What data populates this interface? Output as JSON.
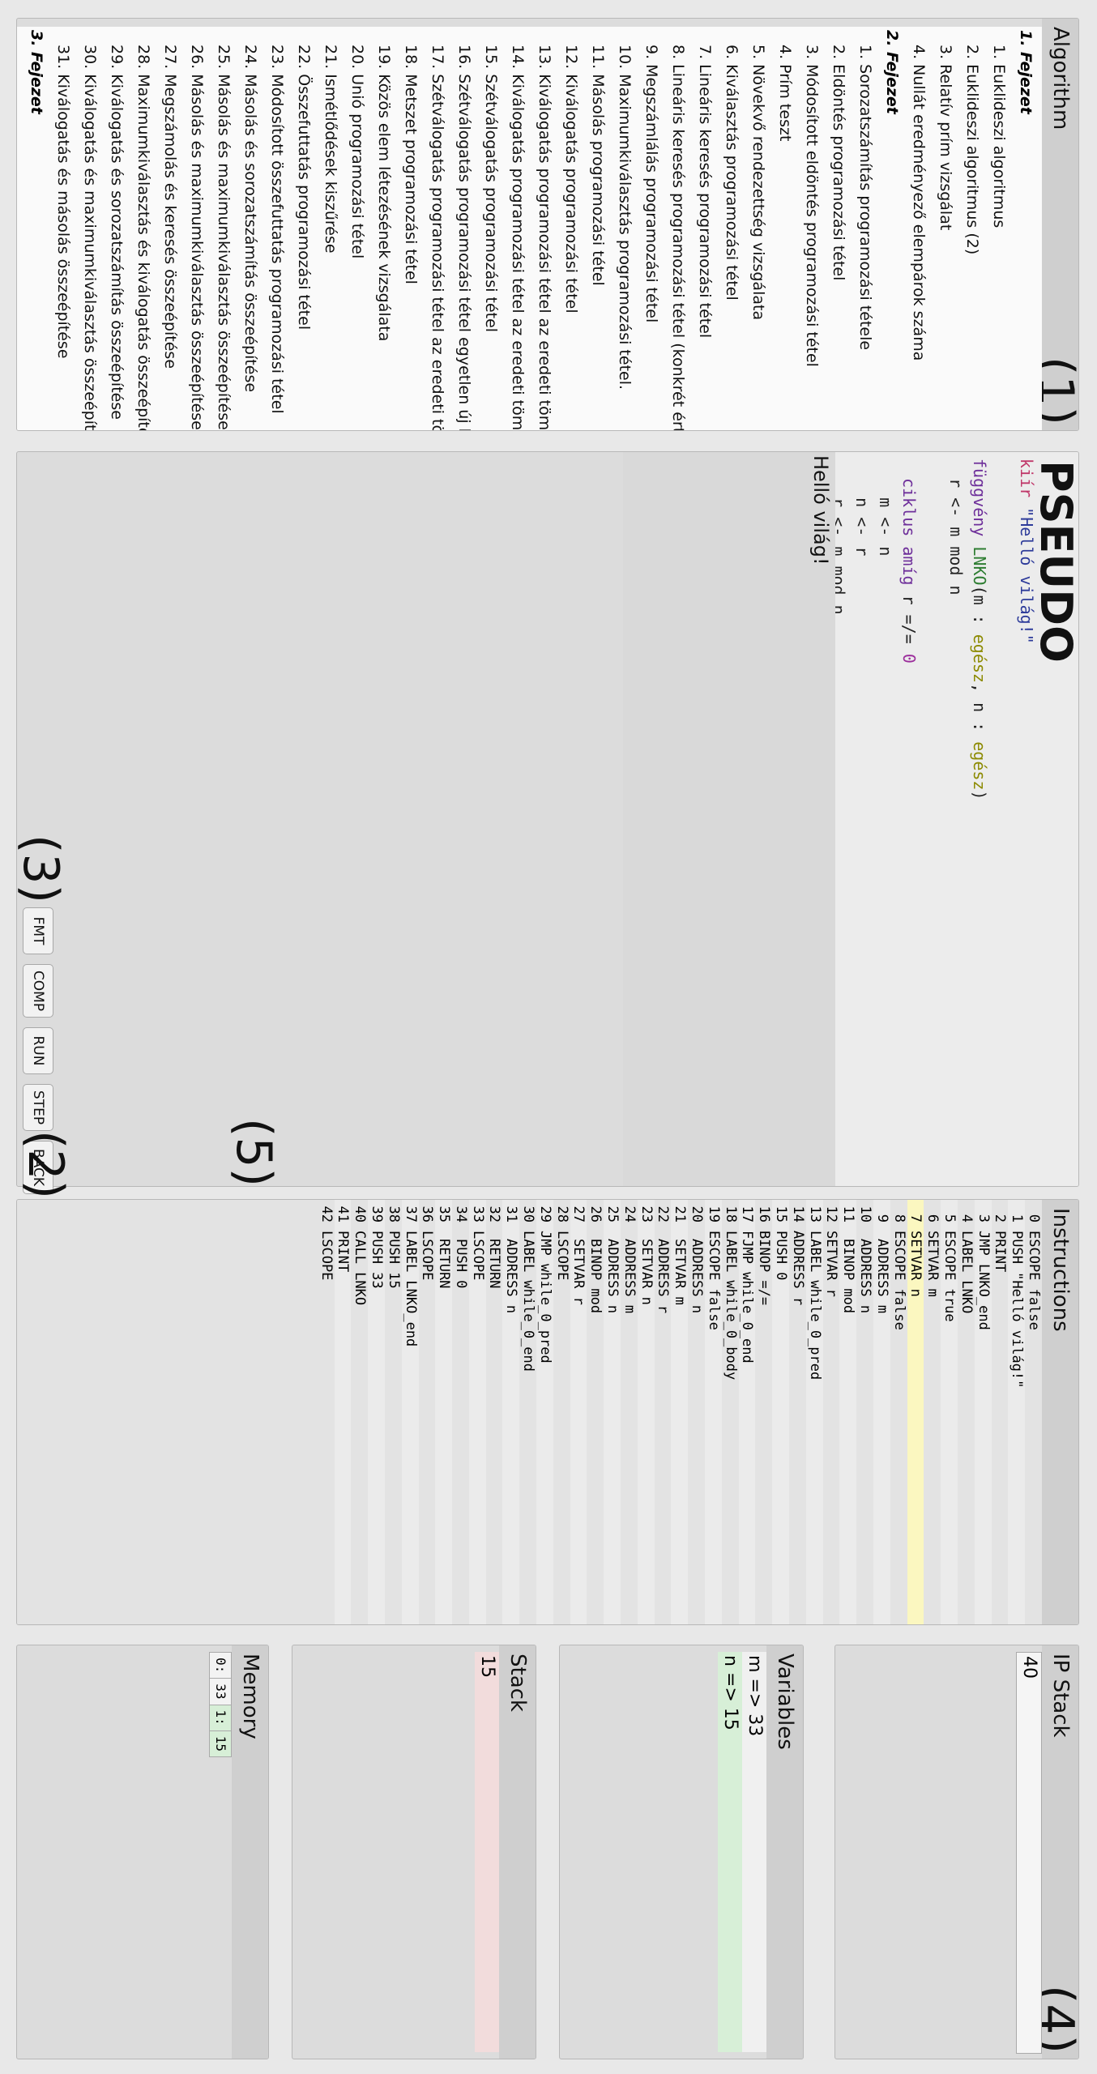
{
  "algorithm": {
    "title": "Algorithm",
    "number": "(1)",
    "items": [
      {
        "kind": "chapter",
        "text": "1. Fejezet"
      },
      {
        "kind": "item",
        "text": "1. Euklideszi algoritmus"
      },
      {
        "kind": "item",
        "text": "2. Euklideszi algoritmus (2)"
      },
      {
        "kind": "item",
        "text": "3. Relatív prím vizsgálat"
      },
      {
        "kind": "item",
        "text": "4. Nullát eredményező elempárok száma"
      },
      {
        "kind": "chapter",
        "text": "2. Fejezet"
      },
      {
        "kind": "item",
        "text": "1. Sorozatszámítás programozási tétele"
      },
      {
        "kind": "item",
        "text": "2. Eldöntés programozási tétel"
      },
      {
        "kind": "item",
        "text": "3. Módosított eldöntés programozási tétel"
      },
      {
        "kind": "item",
        "text": "4. Prím teszt"
      },
      {
        "kind": "item",
        "text": "5. Növekvő rendezettség vizsgálata"
      },
      {
        "kind": "item",
        "text": "6. Kiválasztás programozási tétel"
      },
      {
        "kind": "item",
        "text": "7. Lineáris keresés programozási tétel"
      },
      {
        "kind": "item",
        "text": "8. Lineáris keresés programozási tétel (konkrét ért"
      },
      {
        "kind": "item",
        "text": "9. Megszámlálás programozási tétel"
      },
      {
        "kind": "item",
        "text": "10. Maximumkiválasztás programozási tétel."
      },
      {
        "kind": "item",
        "text": "11. Másolás programozási tétel"
      },
      {
        "kind": "item",
        "text": "12. Kiválogatás programozási tétel"
      },
      {
        "kind": "item",
        "text": "13. Kiválogatás programozási tétel az eredeti tömt"
      },
      {
        "kind": "item",
        "text": "14. Kiválogatás programozási tétel az eredeti tömt"
      },
      {
        "kind": "item",
        "text": "15. Szétválogatás programozási tétel"
      },
      {
        "kind": "item",
        "text": "16. Szétválogatás programozási tétel egyetlen új k"
      },
      {
        "kind": "item",
        "text": "17. Szétválogatás programozási tétel az eredeti töm"
      },
      {
        "kind": "item",
        "text": "18. Metszet programozási tétel"
      },
      {
        "kind": "item",
        "text": "19. Közös elem létezésének vizsgálata"
      },
      {
        "kind": "item",
        "text": "20. Unió programozási tétel"
      },
      {
        "kind": "item",
        "text": "21. Ismétlődések kiszűrése"
      },
      {
        "kind": "item",
        "text": "22. Összefuttatás programozási tétel"
      },
      {
        "kind": "item",
        "text": "23. Módosított összefuttatás programozási tétel"
      },
      {
        "kind": "item",
        "text": "24. Másolás és sorozatszámítás összeépítése"
      },
      {
        "kind": "item",
        "text": "25. Másolás és maximumkiválasztás összeépítése"
      },
      {
        "kind": "item",
        "text": "26. Másolás és maximumkiválasztás összeépítése ("
      },
      {
        "kind": "item",
        "text": "27. Megszámolás és keresés összeépítése"
      },
      {
        "kind": "item",
        "text": "28. Maximumkiválasztás és kiválogatás összeépíté"
      },
      {
        "kind": "item",
        "text": "29. Kiválogatás és sorozatszámítás összeépítése"
      },
      {
        "kind": "item",
        "text": "30. Kiválogatás és maximumkiválasztás összeépíté"
      },
      {
        "kind": "item",
        "text": "31. Kiválogatás és másolás összeépítése"
      },
      {
        "kind": "chapter",
        "text": "3. Fejezet"
      }
    ]
  },
  "editor": {
    "title": "PSEUDO",
    "number_code": "(3)",
    "number_output": "(2)",
    "number_console": "(5)",
    "buttons": [
      "FMT",
      "COMP",
      "RUN",
      "STEP",
      "BACK"
    ],
    "output_text": "Helló világ!"
  },
  "instructions": {
    "title": "Instructions",
    "rows": [
      "ESCOPE false",
      "PUSH \"Helló világ!\"",
      "PRINT",
      "JMP LNKO_end",
      "LABEL LNKO",
      "ESCOPE true",
      "SETVAR m",
      "SETVAR n",
      "ESCOPE false",
      "ADDRESS m",
      "ADDRESS n",
      "BINOP mod",
      "SETVAR r",
      "LABEL while_0_pred",
      "ADDRESS r",
      "PUSH 0",
      "BINOP =/=",
      "FJMP while_0_end",
      "LABEL while_0_body",
      "ESCOPE false",
      "ADDRESS n",
      "SETVAR m",
      "ADDRESS r",
      "SETVAR n",
      "ADDRESS m",
      "ADDRESS n",
      "BINOP mod",
      "SETVAR r",
      "LSCOPE",
      "JMP while_0_pred",
      "LABEL while_0_end",
      "ADDRESS n",
      "RETURN",
      "LSCOPE",
      "PUSH 0",
      "RETURN",
      "LSCOPE",
      "LABEL LNKO_end",
      "PUSH 15",
      "PUSH 33",
      "CALL LNKO",
      "PRINT",
      "LSCOPE"
    ],
    "indent": [
      0,
      0,
      0,
      0,
      0,
      0,
      0,
      0,
      0,
      1,
      1,
      1,
      0,
      0,
      0,
      0,
      0,
      0,
      0,
      0,
      1,
      1,
      1,
      1,
      1,
      1,
      1,
      1,
      0,
      0,
      0,
      1,
      1,
      0,
      1,
      1,
      0,
      0,
      0,
      0,
      0,
      0,
      0
    ],
    "highlighted_index": 7
  },
  "ip_stack": {
    "title": "IP Stack",
    "number": "(4)",
    "values": [
      "40"
    ]
  },
  "variables": {
    "title": "Variables",
    "items": [
      "m => 33",
      "n => 15"
    ]
  },
  "stack": {
    "title": "Stack",
    "values": [
      "15"
    ]
  },
  "memory": {
    "title": "Memory",
    "cells": [
      {
        "addr": "0:",
        "val": "33"
      },
      {
        "addr": "1:",
        "val": "15"
      }
    ]
  },
  "colors": {
    "highlight": "#fbf7c0",
    "var_bg": "#d7efd7",
    "stack_bg": "#f2dcdc",
    "keyword": "#6e2f9a",
    "kiir": "#c0386a"
  }
}
